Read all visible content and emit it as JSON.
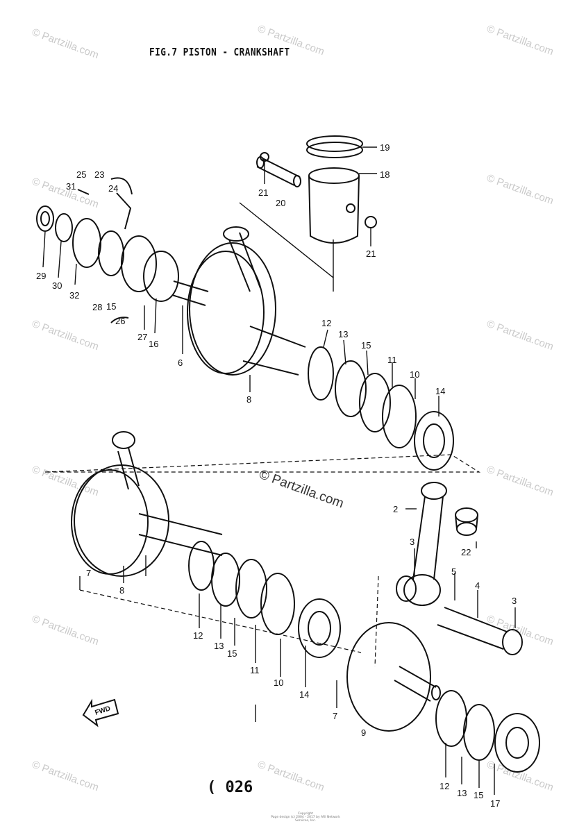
{
  "figure": {
    "title": "FIG.7  PISTON - CRANKSHAFT",
    "page_number": "( 026",
    "copyright_line1": "Copyright",
    "copyright_line2": "Page design (c) 2004 - 2017 by ARI Network Services, Inc."
  },
  "watermark": {
    "text": "© Partzilla.com",
    "center_text": "© Partzilla.com"
  },
  "fwd_label": "FWD",
  "callouts": {
    "c19": "19",
    "c18": "18",
    "c21a": "21",
    "c20": "20",
    "c21b": "21",
    "c25": "25",
    "c23": "23",
    "c31": "31",
    "c24": "24",
    "c29": "29",
    "c30": "30",
    "c32": "32",
    "c28": "28",
    "c15a": "15",
    "c26": "26",
    "c27": "27",
    "c16": "16",
    "c6": "6",
    "c8a": "8",
    "c12a": "12",
    "c13a": "13",
    "c15b": "15",
    "c11a": "11",
    "c10a": "10",
    "c14a": "14",
    "c7a": "7",
    "c8b": "8",
    "c2": "2",
    "c22": "22",
    "c3a": "3",
    "c5": "5",
    "c4": "4",
    "c3b": "3",
    "c12b": "12",
    "c13b": "13",
    "c15c": "15",
    "c11b": "11",
    "c10b": "10",
    "c14b": "14",
    "c7b": "7",
    "c9": "9",
    "c12c": "12",
    "c13c": "13",
    "c15d": "15",
    "c17": "17"
  }
}
